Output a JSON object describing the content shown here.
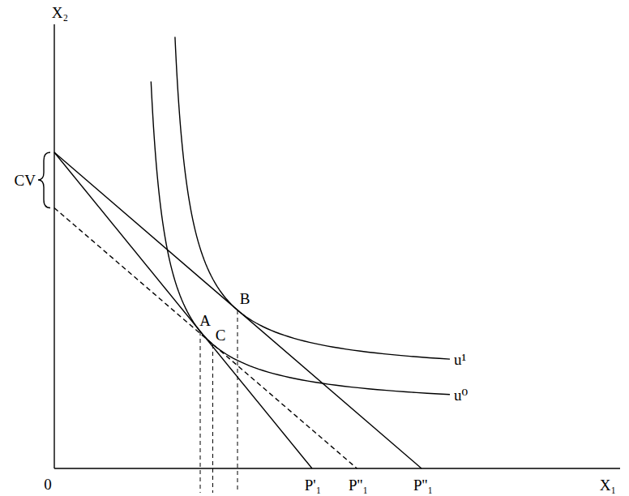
{
  "diagram": {
    "labels": [
      "X₂",
      "CV",
      "A",
      "B",
      "C",
      "u¹",
      "u⁰",
      "0",
      "P'₁",
      "P''₁",
      "P''₁",
      "X₁"
    ]
  }
}
